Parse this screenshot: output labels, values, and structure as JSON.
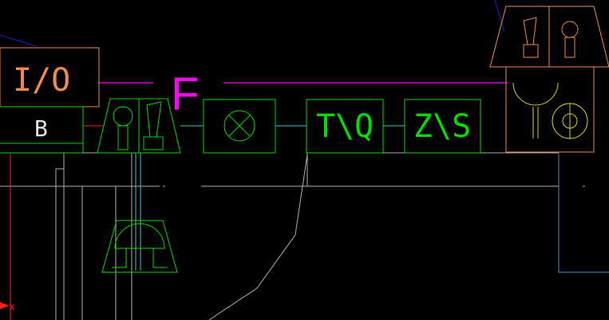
{
  "labels": {
    "io": "I/O",
    "b": "B",
    "f": "F",
    "tvq": "T\\Q",
    "zvs": "Z\\S",
    "axis_x": "X"
  },
  "colors": {
    "background": "#000000",
    "green": "#00dd00",
    "orange": "#f08a4b",
    "magenta": "#ff00ff",
    "cyan": "#3cc8d8",
    "grey": "#b0b0b0",
    "yellow": "#e0d000",
    "red": "#ff2020",
    "blue": "#3a8fd8",
    "dark_blue": "#2020d0"
  }
}
